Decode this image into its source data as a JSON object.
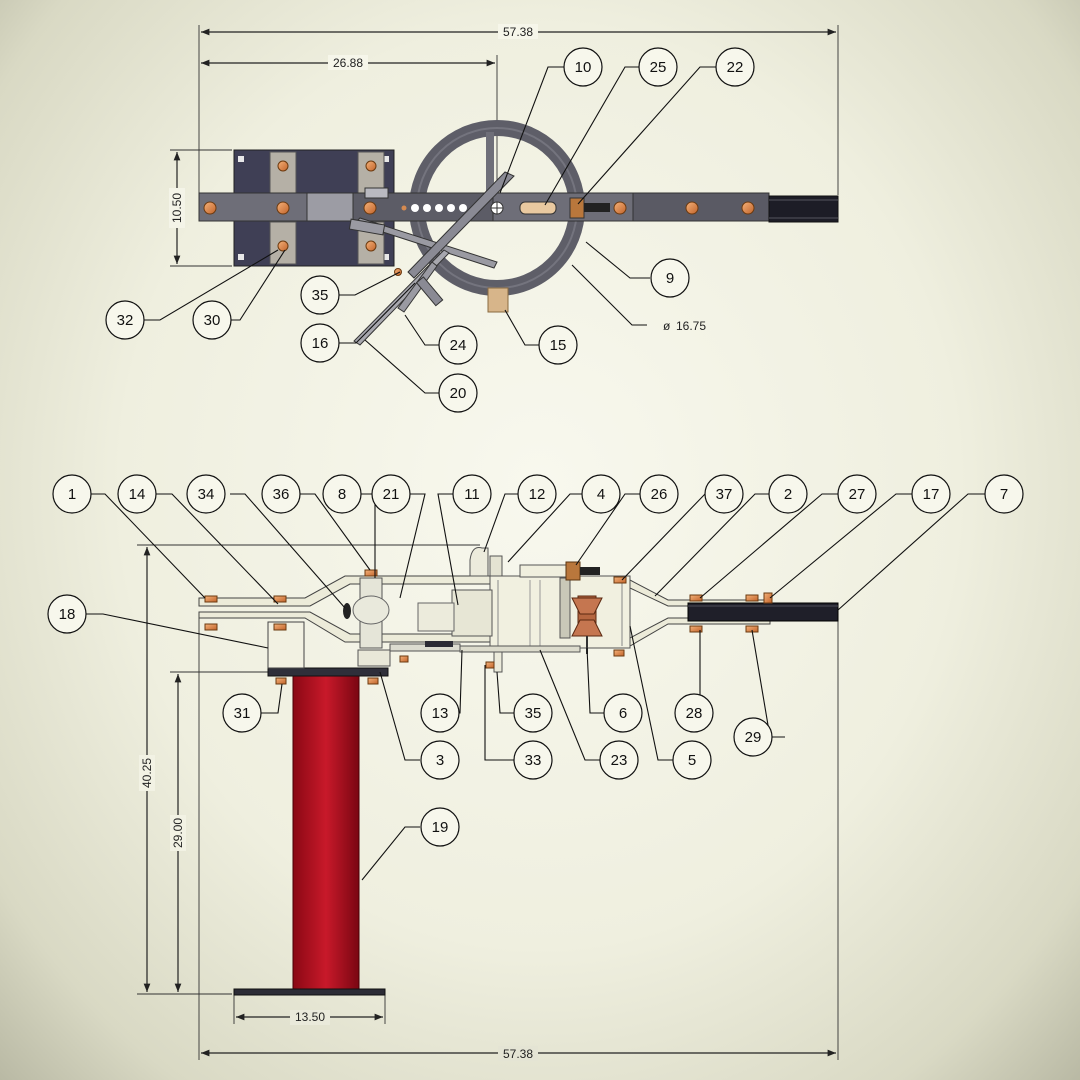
{
  "dimensions": {
    "top_overall": "57.38",
    "top_partial": "26.88",
    "top_height": "10.50",
    "wheel_diameter": "16.75",
    "side_height_total": "40.25",
    "side_height_base": "29.00",
    "base_width": "13.50",
    "bottom_overall": "57.38"
  },
  "balloons": [
    {
      "id": "b10",
      "label": "10"
    },
    {
      "id": "b25",
      "label": "25"
    },
    {
      "id": "b22",
      "label": "22"
    },
    {
      "id": "b9",
      "label": "9"
    },
    {
      "id": "b15",
      "label": "15"
    },
    {
      "id": "b35a",
      "label": "35"
    },
    {
      "id": "b16",
      "label": "16"
    },
    {
      "id": "b24",
      "label": "24"
    },
    {
      "id": "b20",
      "label": "20"
    },
    {
      "id": "b32",
      "label": "32"
    },
    {
      "id": "b30",
      "label": "30"
    },
    {
      "id": "b1",
      "label": "1"
    },
    {
      "id": "b14",
      "label": "14"
    },
    {
      "id": "b34",
      "label": "34"
    },
    {
      "id": "b36",
      "label": "36"
    },
    {
      "id": "b8",
      "label": "8"
    },
    {
      "id": "b21",
      "label": "21"
    },
    {
      "id": "b11",
      "label": "11"
    },
    {
      "id": "b12",
      "label": "12"
    },
    {
      "id": "b4",
      "label": "4"
    },
    {
      "id": "b26",
      "label": "26"
    },
    {
      "id": "b37",
      "label": "37"
    },
    {
      "id": "b2",
      "label": "2"
    },
    {
      "id": "b27",
      "label": "27"
    },
    {
      "id": "b17",
      "label": "17"
    },
    {
      "id": "b7",
      "label": "7"
    },
    {
      "id": "b18",
      "label": "18"
    },
    {
      "id": "b31",
      "label": "31"
    },
    {
      "id": "b3",
      "label": "3"
    },
    {
      "id": "b13",
      "label": "13"
    },
    {
      "id": "b35b",
      "label": "35"
    },
    {
      "id": "b33",
      "label": "33"
    },
    {
      "id": "b23",
      "label": "23"
    },
    {
      "id": "b6",
      "label": "6"
    },
    {
      "id": "b5",
      "label": "5"
    },
    {
      "id": "b28",
      "label": "28"
    },
    {
      "id": "b29",
      "label": "29"
    },
    {
      "id": "b19",
      "label": "19"
    }
  ],
  "colors": {
    "plate": "#3f3f55",
    "bar": "#6e6e78",
    "wheel": "#6f6f79",
    "bolt": "#e08a4a",
    "post": "#b0101e",
    "frame_side": "#e9e9d6",
    "pad": "#d7b58a"
  }
}
